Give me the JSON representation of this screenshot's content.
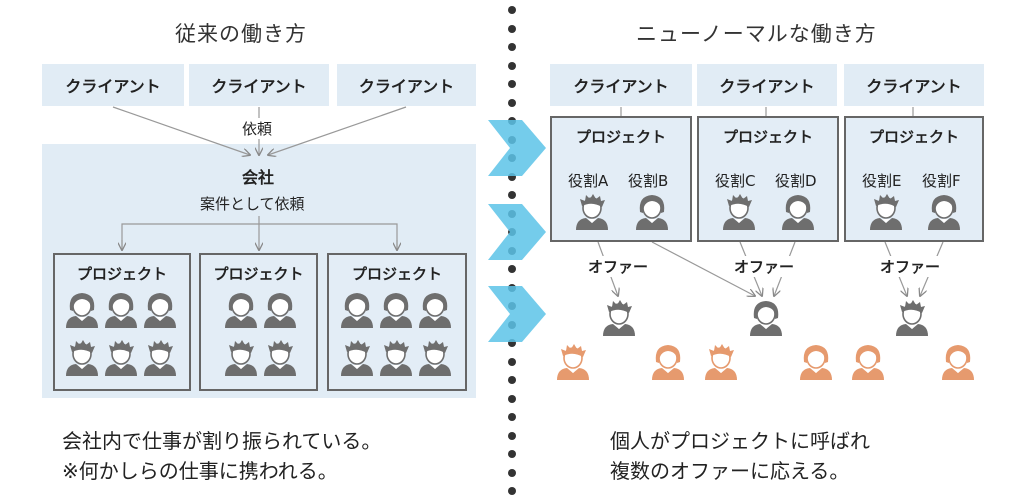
{
  "left": {
    "title": "従来の働き方",
    "clients": [
      "クライアント",
      "クライアント",
      "クライアント"
    ],
    "request_label": "依頼",
    "company_label": "会社",
    "case_label": "案件として依頼",
    "projects": [
      "プロジェクト",
      "プロジェクト",
      "プロジェクト"
    ],
    "caption_line1": "会社内で仕事が割り振られている。",
    "caption_line2": "※何かしらの仕事に携われる。"
  },
  "right": {
    "title": "ニューノーマルな働き方",
    "clients": [
      "クライアント",
      "クライアント",
      "クライアント"
    ],
    "projects": [
      {
        "title": "プロジェクト",
        "roles": [
          "役割A",
          "役割B"
        ]
      },
      {
        "title": "プロジェクト",
        "roles": [
          "役割C",
          "役割D"
        ]
      },
      {
        "title": "プロジェクト",
        "roles": [
          "役割E",
          "役割F"
        ]
      }
    ],
    "offer_labels": [
      "オファー",
      "オファー",
      "オファー"
    ],
    "caption_line1": "個人がプロジェクトに呼ばれ",
    "caption_line2": "複数のオファーに応える。"
  },
  "colors": {
    "box_bg": "#e1ecf5",
    "person_gray": "#6e6e6e",
    "person_orange": "#e69a6e",
    "arrow_blue": "#5cc3e8"
  }
}
